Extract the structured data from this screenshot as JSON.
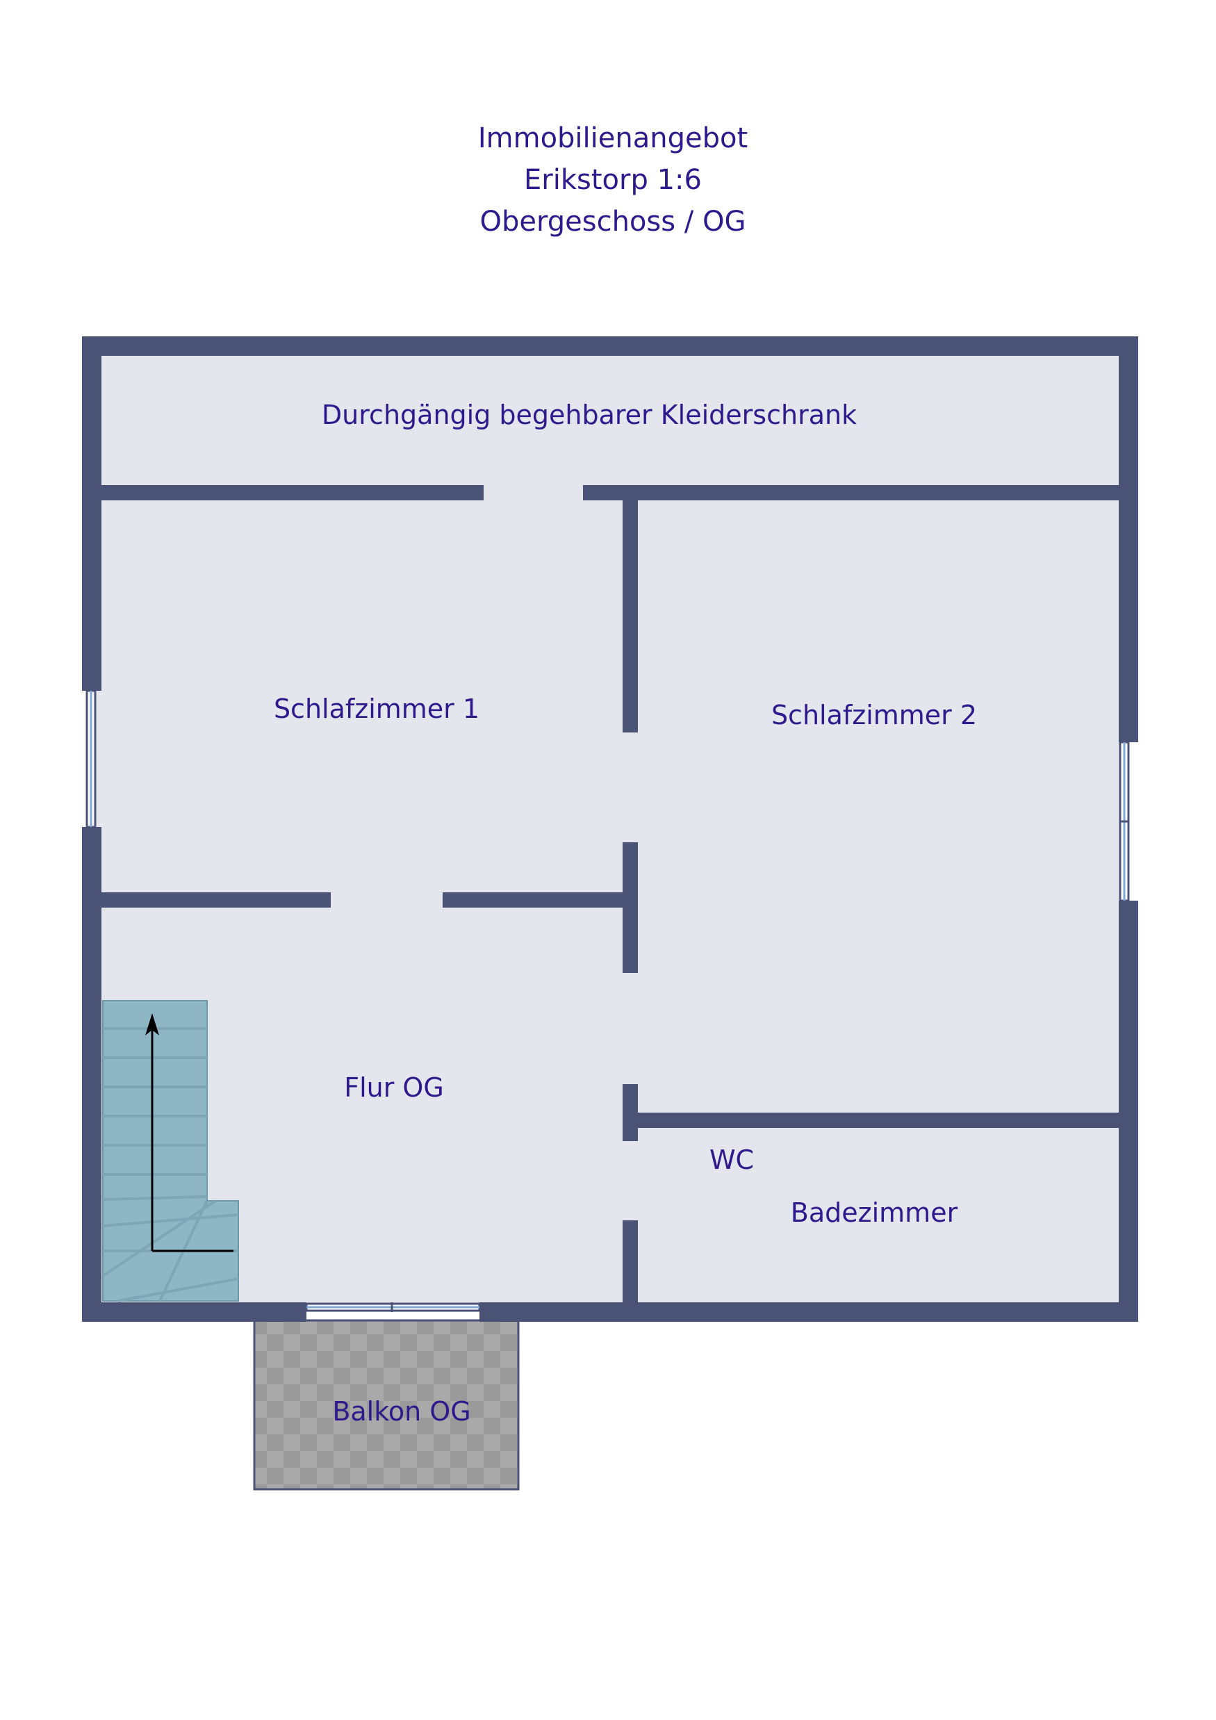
{
  "title": {
    "line1": "Immobilienangebot",
    "line2": "Erikstorp 1:6",
    "line3": "Obergeschoss / OG"
  },
  "rooms": {
    "closet": "Durchgängig begehbarer Kleiderschrank",
    "bedroom1": "Schlafzimmer 1",
    "bedroom2": "Schlafzimmer 2",
    "hallway": "Flur OG",
    "wc": "WC",
    "bathroom": "Badezimmer",
    "balcony": "Balkon OG"
  },
  "colors": {
    "wall": "#4a5275",
    "floor": "#e4e6ed",
    "text": "#2e1a8c",
    "stair": "#8fb6c4",
    "balcony": "#a7a7a7"
  },
  "icons": {
    "stairs": "stairs-arrow-icon"
  }
}
